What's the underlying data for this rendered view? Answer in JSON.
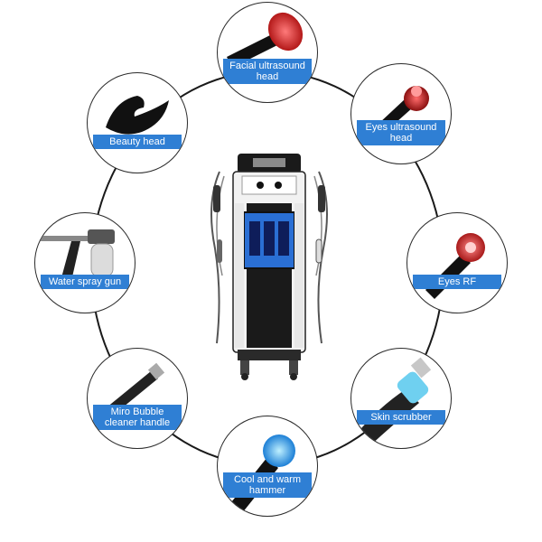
{
  "tools": [
    {
      "id": "facial-ultrasound-head",
      "label": "Facial ultrasound head"
    },
    {
      "id": "beauty-head",
      "label": "Beauty head"
    },
    {
      "id": "eyes-ultrasound-head",
      "label": "Eyes ultrasound head"
    },
    {
      "id": "water-spray-gun",
      "label": "Water spray gun"
    },
    {
      "id": "eyes-rf",
      "label": "Eyes RF"
    },
    {
      "id": "miro-bubble-cleaner-handle",
      "label": "Miro Bubble cleaner handle"
    },
    {
      "id": "skin-scrubber",
      "label": "Skin scrubber"
    },
    {
      "id": "cool-and-warm-hammer",
      "label": "Cool and warm hammer"
    }
  ],
  "colors": {
    "label_bg": "#2f7fd4",
    "red_glow": "#e23b3b",
    "blue_glow": "#3fa9f5"
  },
  "icons": [
    "handpiece-icon",
    "spray-gun-icon",
    "scrubber-icon",
    "machine-icon"
  ]
}
